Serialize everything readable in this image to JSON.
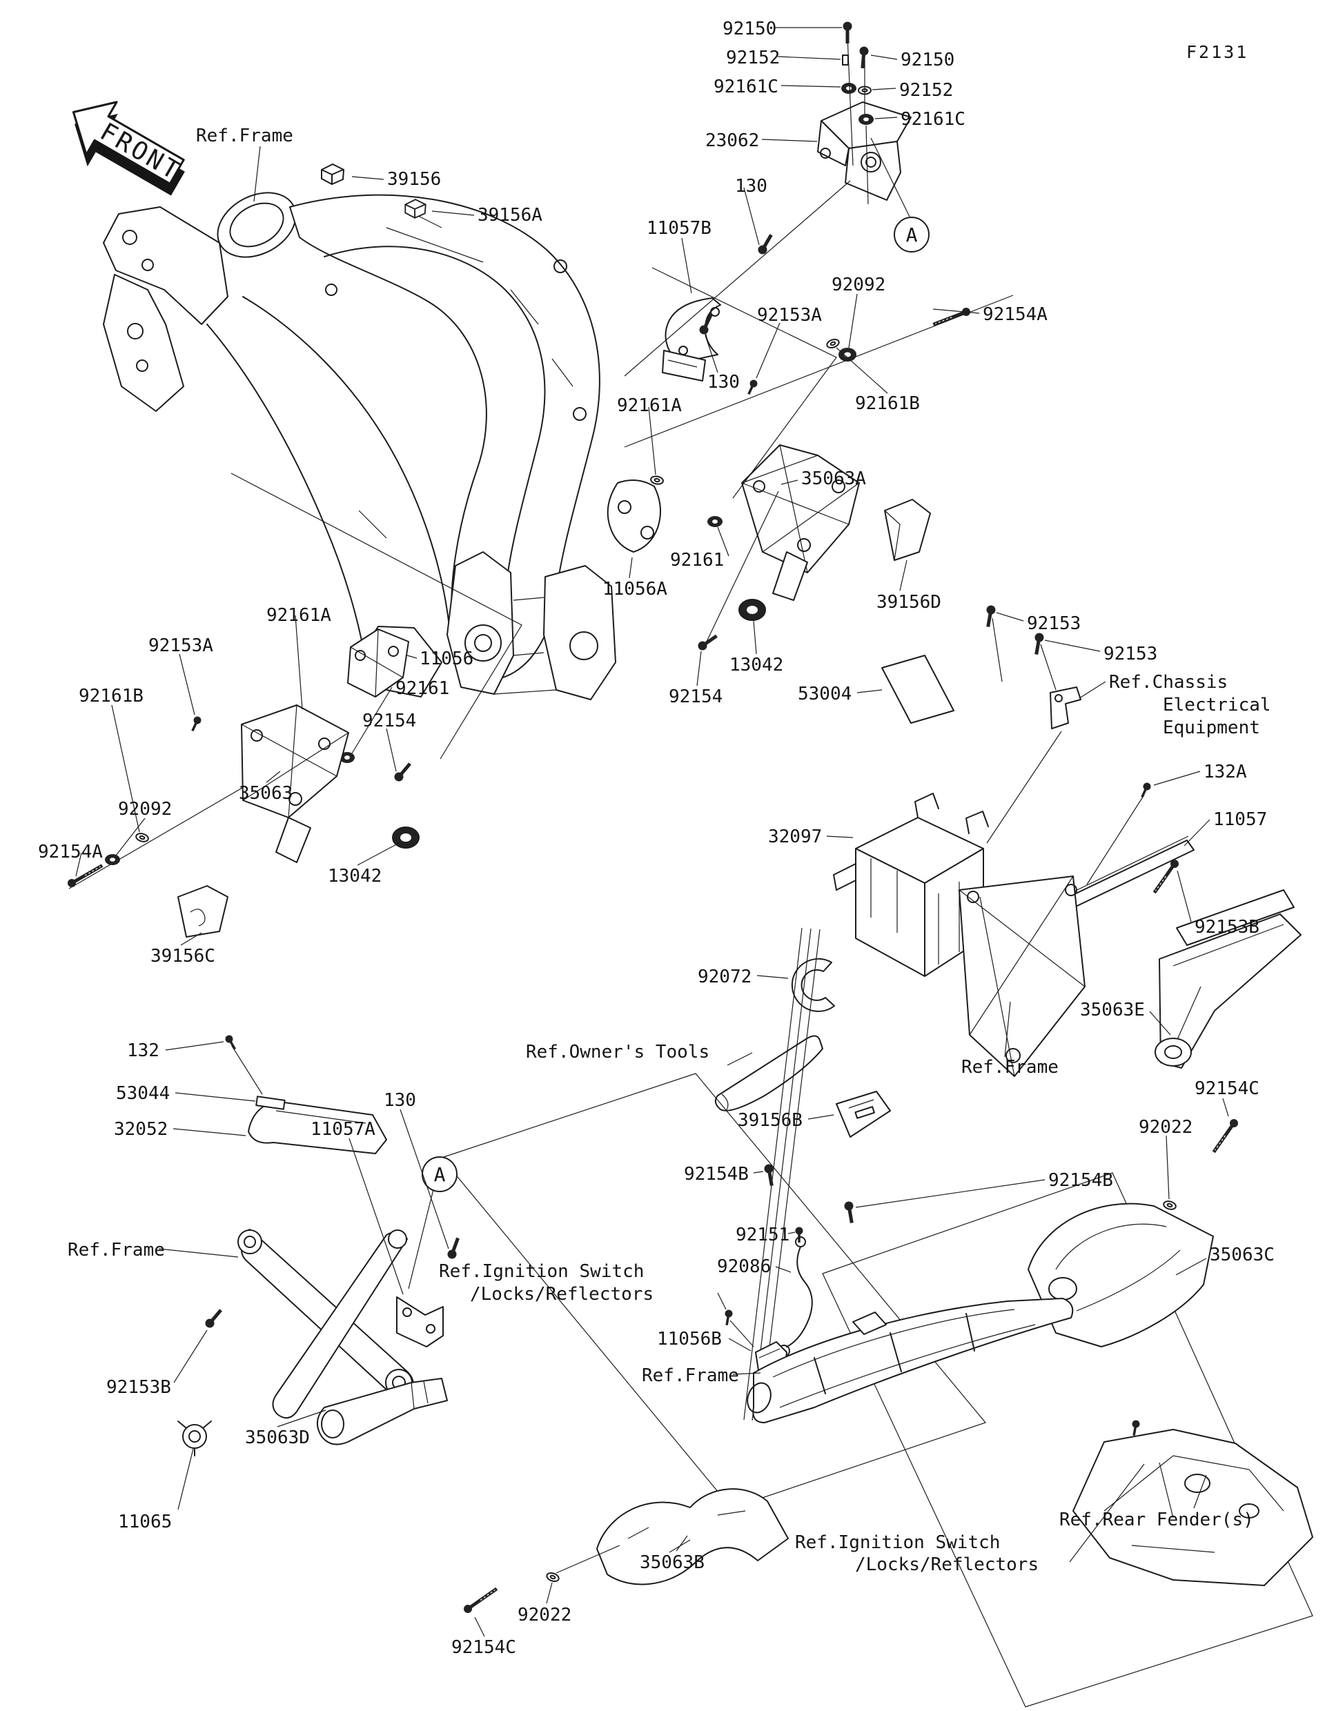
{
  "meta": {
    "figure_code": "F2131"
  },
  "markers": {
    "front": "FRONT",
    "detail_a": "A"
  },
  "labels": {
    "k92150_1": "92150",
    "k92152_1": "92152",
    "k92161c_1": "92161C",
    "k23062": "23062",
    "k130_1": "130",
    "k92150_2": "92150",
    "k92152_2": "92152",
    "k92161c_2": "92161C",
    "krefframe1": "Ref.Frame",
    "k39156": "39156",
    "k39156a": "39156A",
    "k11057b": "11057B",
    "k92092_1": "92092",
    "k92153a_1": "92153A",
    "k92154a_1": "92154A",
    "k130_2": "130",
    "k92161a_1": "92161A",
    "k92161b_1": "92161B",
    "k35063a": "35063A",
    "k92161_1": "92161",
    "k11056a": "11056A",
    "k39156d": "39156D",
    "k13042_1": "13042",
    "k92154_1": "92154",
    "k53004": "53004",
    "k92153_1": "92153",
    "k92153_2": "92153",
    "kchassis1": "Ref.Chassis",
    "kchassis2": "Electrical",
    "kchassis3": "Equipment",
    "k132a": "132A",
    "k11057": "11057",
    "k32097": "32097",
    "k92153b_1": "92153B",
    "k92072": "92072",
    "ktools": "Ref.Owner's Tools",
    "k35063e": "35063E",
    "krefframe2": "Ref.Frame",
    "k92154c_1": "92154C",
    "k92022_1": "92022",
    "k39156b": "39156B",
    "k92154b_1": "92154B",
    "k92154b_2": "92154B",
    "k35063c": "35063C",
    "k92151": "92151",
    "k92086": "92086",
    "kign1a": "Ref.Ignition Switch",
    "kign1b": "/Locks/Reflectors",
    "k11056b": "11056B",
    "krefframe3": "Ref.Frame",
    "k132": "132",
    "k53044": "53044",
    "k32052": "32052",
    "k11057a": "11057A",
    "k130_3": "130",
    "krefframe4": "Ref.Frame",
    "k92153b_2": "92153B",
    "k35063d": "35063D",
    "k11065": "11065",
    "k35063b": "35063B",
    "k92022_2": "92022",
    "k92154c_2": "92154C",
    "kign2a": "Ref.Ignition Switch",
    "kign2b": "/Locks/Reflectors",
    "kfender": "Ref.Rear Fender(s)",
    "k92161a_2": "92161A",
    "k92153a_2": "92153A",
    "k92161b_2": "92161B",
    "k92092_2": "92092",
    "k92154a_2": "92154A",
    "k11056": "11056",
    "k92161_2": "92161",
    "k35063": "35063",
    "k92154_2": "92154",
    "k13042_2": "13042",
    "k39156c": "39156C"
  }
}
